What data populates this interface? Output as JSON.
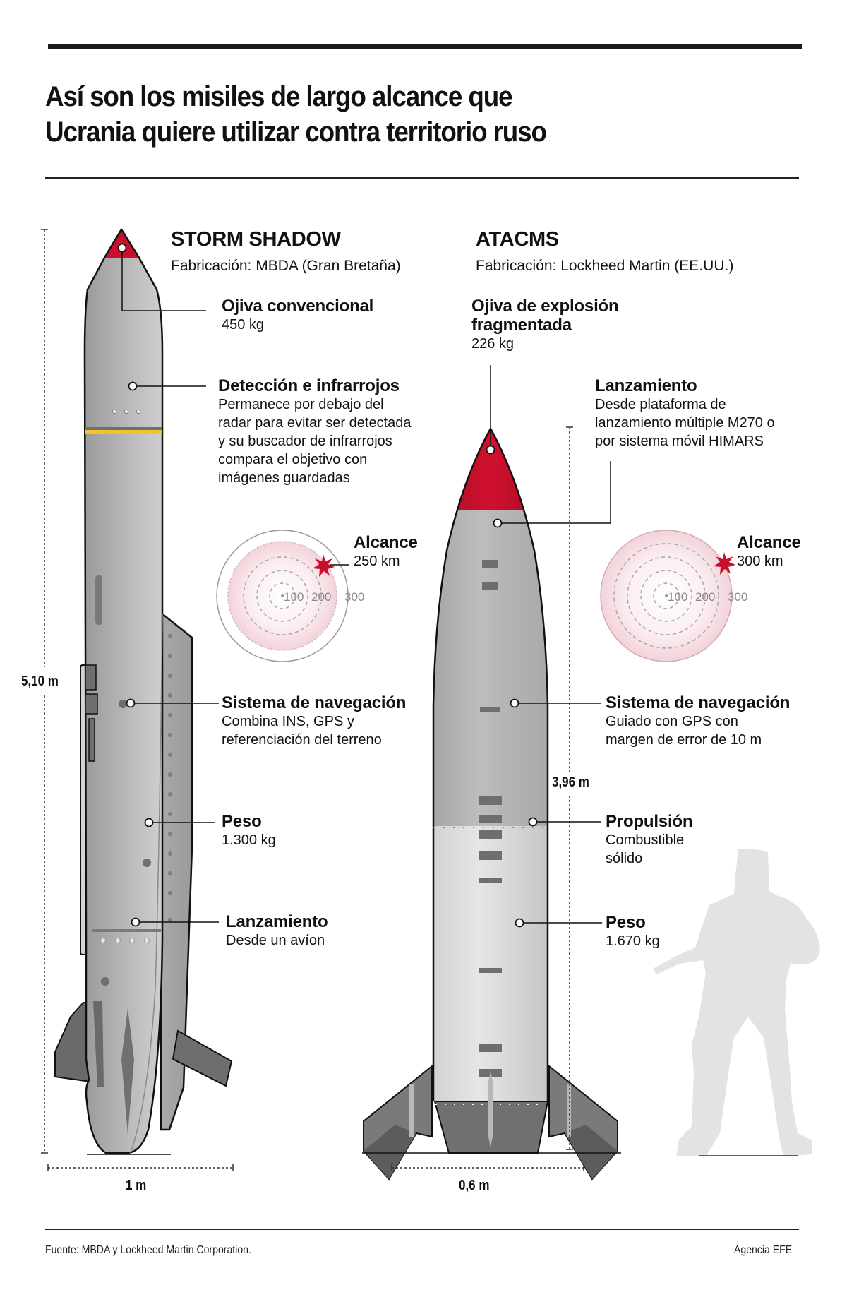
{
  "header": {
    "title_line1": "Así son los misiles de largo alcance que",
    "title_line2": "Ucrania quiere utilizar contra territorio ruso"
  },
  "storm_shadow": {
    "name": "STORM SHADOW",
    "maker": "Fabricación: MBDA (Gran Bretaña)",
    "height_label": "5,10 m",
    "width_label": "1 m",
    "callouts": [
      {
        "title": "Ojiva convencional",
        "lines": [
          "450 kg"
        ]
      },
      {
        "title": "Detección e infrarrojos",
        "lines": [
          "Permanece por debajo del",
          "radar para evitar ser detectada",
          "y su buscador de infrarrojos",
          "compara el objetivo con",
          "imágenes guardadas"
        ]
      },
      {
        "title": "Alcance",
        "lines": [
          "250 km"
        ]
      },
      {
        "title": "Sistema de navegación",
        "lines": [
          "Combina INS, GPS y",
          "referenciación del terreno"
        ]
      },
      {
        "title": "Peso",
        "lines": [
          "1.300 kg"
        ]
      },
      {
        "title": "Lanzamiento",
        "lines": [
          "Desde un avíon"
        ]
      }
    ],
    "range_rings": [
      "100",
      "200",
      "300"
    ],
    "range_km": 250
  },
  "atacms": {
    "name": "ATACMS",
    "maker": "Fabricación: Lockheed Martin (EE.UU.)",
    "height_label": "3,96 m",
    "width_label": "0,6 m",
    "callouts": [
      {
        "title_lines": [
          "Ojiva de explosión",
          "fragmentada"
        ],
        "lines": [
          "226 kg"
        ]
      },
      {
        "title": "Lanzamiento",
        "lines": [
          "Desde plataforma de",
          "lanzamiento múltiple M270 o",
          "por sistema móvil HIMARS"
        ]
      },
      {
        "title": "Alcance",
        "lines": [
          "300 km"
        ]
      },
      {
        "title": "Sistema de navegación",
        "lines": [
          "Guiado con GPS con",
          "margen de error de 10 m"
        ]
      },
      {
        "title": "Propulsión",
        "lines": [
          "Combustible",
          "sólido"
        ]
      },
      {
        "title": "Peso",
        "lines": [
          "1.670 kg"
        ]
      }
    ],
    "range_rings": [
      "100",
      "200",
      "300"
    ],
    "range_km": 300
  },
  "footer": {
    "source": "Fuente: MBDA y Lockheed Martin Corporation.",
    "credit": "Agencia EFE"
  },
  "colors": {
    "warhead_red": "#c8102e",
    "stripe_yellow": "#f2c230",
    "body_gray": "#b4b4b4",
    "range_pink": "#f6dde2",
    "silhouette": "#e3e3e3"
  }
}
